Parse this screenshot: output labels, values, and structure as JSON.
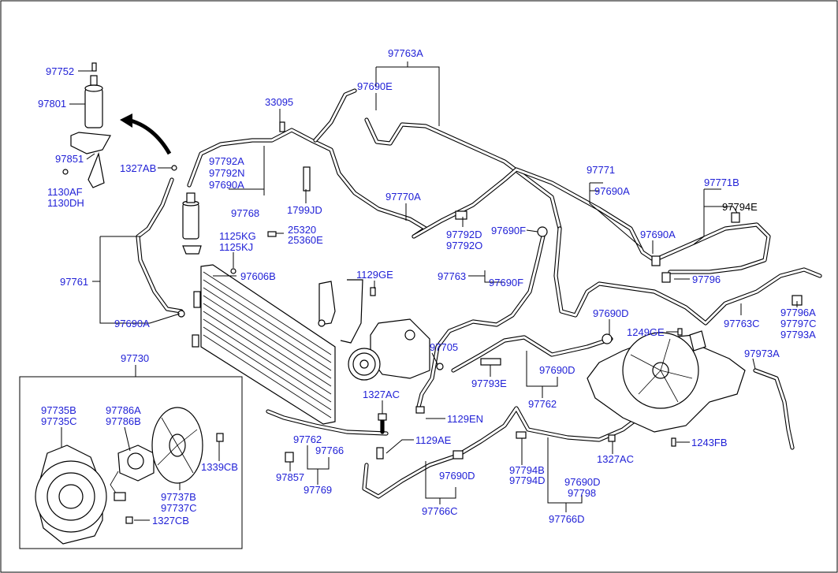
{
  "labels": [
    {
      "id": "97763A",
      "text": "97763A"
    },
    {
      "id": "97752",
      "text": "97752"
    },
    {
      "id": "97801",
      "text": "97801"
    },
    {
      "id": "33095",
      "text": "33095"
    },
    {
      "id": "97690E",
      "text": "97690E"
    },
    {
      "id": "97851",
      "text": "97851"
    },
    {
      "id": "1327AB",
      "text": "1327AB"
    },
    {
      "id": "97792A",
      "text": "97792A"
    },
    {
      "id": "97792N",
      "text": "97792N"
    },
    {
      "id": "97690A_1",
      "text": "97690A"
    },
    {
      "id": "1130AF",
      "text": "1130AF"
    },
    {
      "id": "1130DH",
      "text": "1130DH"
    },
    {
      "id": "97768",
      "text": "97768"
    },
    {
      "id": "1799JD",
      "text": "1799JD"
    },
    {
      "id": "97770A",
      "text": "97770A"
    },
    {
      "id": "97771",
      "text": "97771"
    },
    {
      "id": "97690A_2",
      "text": "97690A"
    },
    {
      "id": "97771B",
      "text": "97771B"
    },
    {
      "id": "97794E",
      "text": "97794E"
    },
    {
      "id": "1125KG",
      "text": "1125KG"
    },
    {
      "id": "1125KJ",
      "text": "1125KJ"
    },
    {
      "id": "25320",
      "text": "25320"
    },
    {
      "id": "25360E",
      "text": "25360E"
    },
    {
      "id": "97792D",
      "text": "97792D"
    },
    {
      "id": "97792O",
      "text": "97792O"
    },
    {
      "id": "97690F_1",
      "text": "97690F"
    },
    {
      "id": "97690A_3",
      "text": "97690A"
    },
    {
      "id": "97761",
      "text": "97761"
    },
    {
      "id": "97606B",
      "text": "97606B"
    },
    {
      "id": "1129GE",
      "text": "1129GE"
    },
    {
      "id": "97763",
      "text": "97763"
    },
    {
      "id": "97690F_2",
      "text": "97690F"
    },
    {
      "id": "97796",
      "text": "97796"
    },
    {
      "id": "97690A_4",
      "text": "97690A"
    },
    {
      "id": "97690D_1",
      "text": "97690D"
    },
    {
      "id": "97796A",
      "text": "97796A"
    },
    {
      "id": "97797C",
      "text": "97797C"
    },
    {
      "id": "97793A",
      "text": "97793A"
    },
    {
      "id": "97763C",
      "text": "97763C"
    },
    {
      "id": "1249GE",
      "text": "1249GE"
    },
    {
      "id": "97730",
      "text": "97730"
    },
    {
      "id": "97705",
      "text": "97705"
    },
    {
      "id": "97973A",
      "text": "97973A"
    },
    {
      "id": "97793E",
      "text": "97793E"
    },
    {
      "id": "97690D_2",
      "text": "97690D"
    },
    {
      "id": "1327AC_1",
      "text": "1327AC"
    },
    {
      "id": "97762_1",
      "text": "97762"
    },
    {
      "id": "97735B",
      "text": "97735B"
    },
    {
      "id": "97735C",
      "text": "97735C"
    },
    {
      "id": "97786A",
      "text": "97786A"
    },
    {
      "id": "97786B",
      "text": "97786B"
    },
    {
      "id": "1129EN",
      "text": "1129EN"
    },
    {
      "id": "97762_2",
      "text": "97762"
    },
    {
      "id": "97766",
      "text": "97766"
    },
    {
      "id": "1129AE",
      "text": "1129AE"
    },
    {
      "id": "1243FB",
      "text": "1243FB"
    },
    {
      "id": "1339CB",
      "text": "1339CB"
    },
    {
      "id": "97857",
      "text": "97857"
    },
    {
      "id": "97690D_3",
      "text": "97690D"
    },
    {
      "id": "97794B",
      "text": "97794B"
    },
    {
      "id": "97794D",
      "text": "97794D"
    },
    {
      "id": "1327AC_2",
      "text": "1327AC"
    },
    {
      "id": "97769",
      "text": "97769"
    },
    {
      "id": "97690D_4",
      "text": "97690D"
    },
    {
      "id": "97798",
      "text": "97798"
    },
    {
      "id": "97737B",
      "text": "97737B"
    },
    {
      "id": "97737C",
      "text": "97737C"
    },
    {
      "id": "97766C",
      "text": "97766C"
    },
    {
      "id": "97766D",
      "text": "97766D"
    },
    {
      "id": "1327CB",
      "text": "1327CB"
    }
  ],
  "colors": {
    "label": "#1f1fd6",
    "line": "#000000",
    "background": "#ffffff"
  }
}
